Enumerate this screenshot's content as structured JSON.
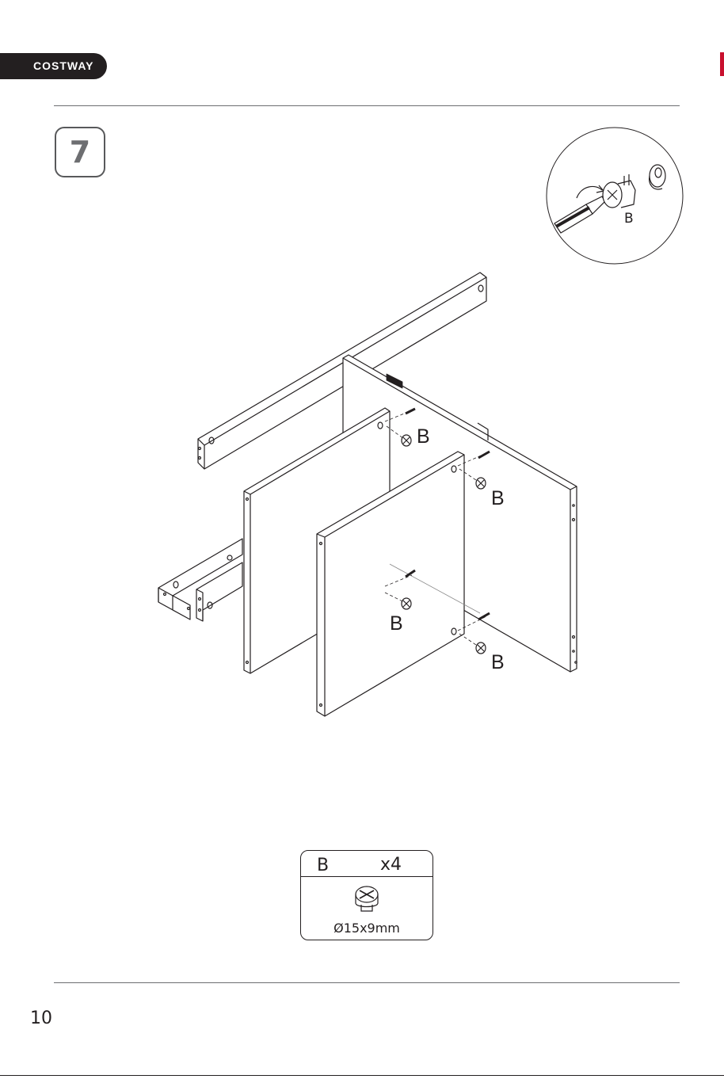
{
  "header": {
    "brand": "COSTWAY"
  },
  "step": {
    "number": "7"
  },
  "detail": {
    "part_label": "B"
  },
  "callouts": [
    "B",
    "B",
    "B",
    "B"
  ],
  "parts": [
    {
      "letter": "B",
      "quantity": "x4",
      "size": "Ø15x9mm",
      "icon": "cam-lock-icon"
    }
  ],
  "footer": {
    "page_number": "10"
  }
}
